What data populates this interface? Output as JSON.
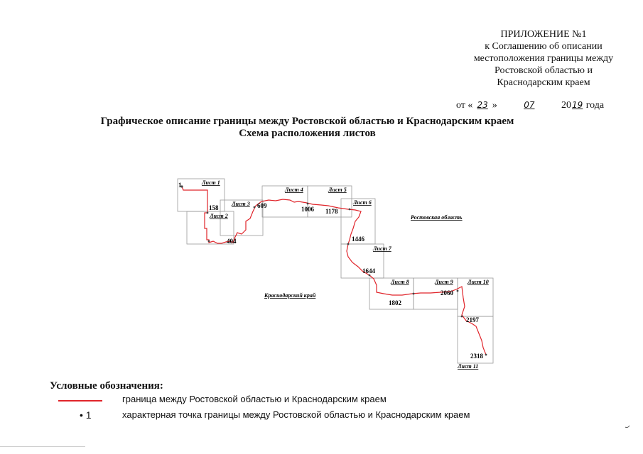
{
  "appendix": {
    "line1": "ПРИЛОЖЕНИЕ №1",
    "line2": "к Соглашению об описании",
    "line3": "местоположения границы между",
    "line4": "Ростовской областью и",
    "line5": "Краснодарским краем",
    "date_prefix": "от «",
    "day": "23",
    "date_mid": "»",
    "month": "07",
    "year_prefix": "20",
    "year_suffix": "19",
    "date_suffix": "года"
  },
  "title": {
    "line1": "Графическое описание границы между Ростовской областью и Краснодарским краем",
    "line2": "Схема расположения листов"
  },
  "map": {
    "sheets": [
      "Лист 1",
      "Лист 2",
      "Лист 3",
      "Лист 4",
      "Лист 5",
      "Лист 6",
      "Лист 7",
      "Лист 8",
      "Лист 9",
      "Лист 10",
      "Лист 11"
    ],
    "points": [
      "1",
      "158",
      "404",
      "609",
      "1006",
      "1178",
      "1446",
      "1644",
      "1802",
      "2060",
      "2197",
      "2318"
    ],
    "region_rostov": "Ростовская область",
    "region_krasnodar": "Краснодарский край",
    "boundary_color": "#e0242a"
  },
  "legend": {
    "title": "Условные обозначения:",
    "line_text": "граница между Ростовской областью и Краснодарским краем",
    "point_symbol": "1",
    "point_text": "характерная точка границы между Ростовской областью и Краснодарским краем"
  }
}
